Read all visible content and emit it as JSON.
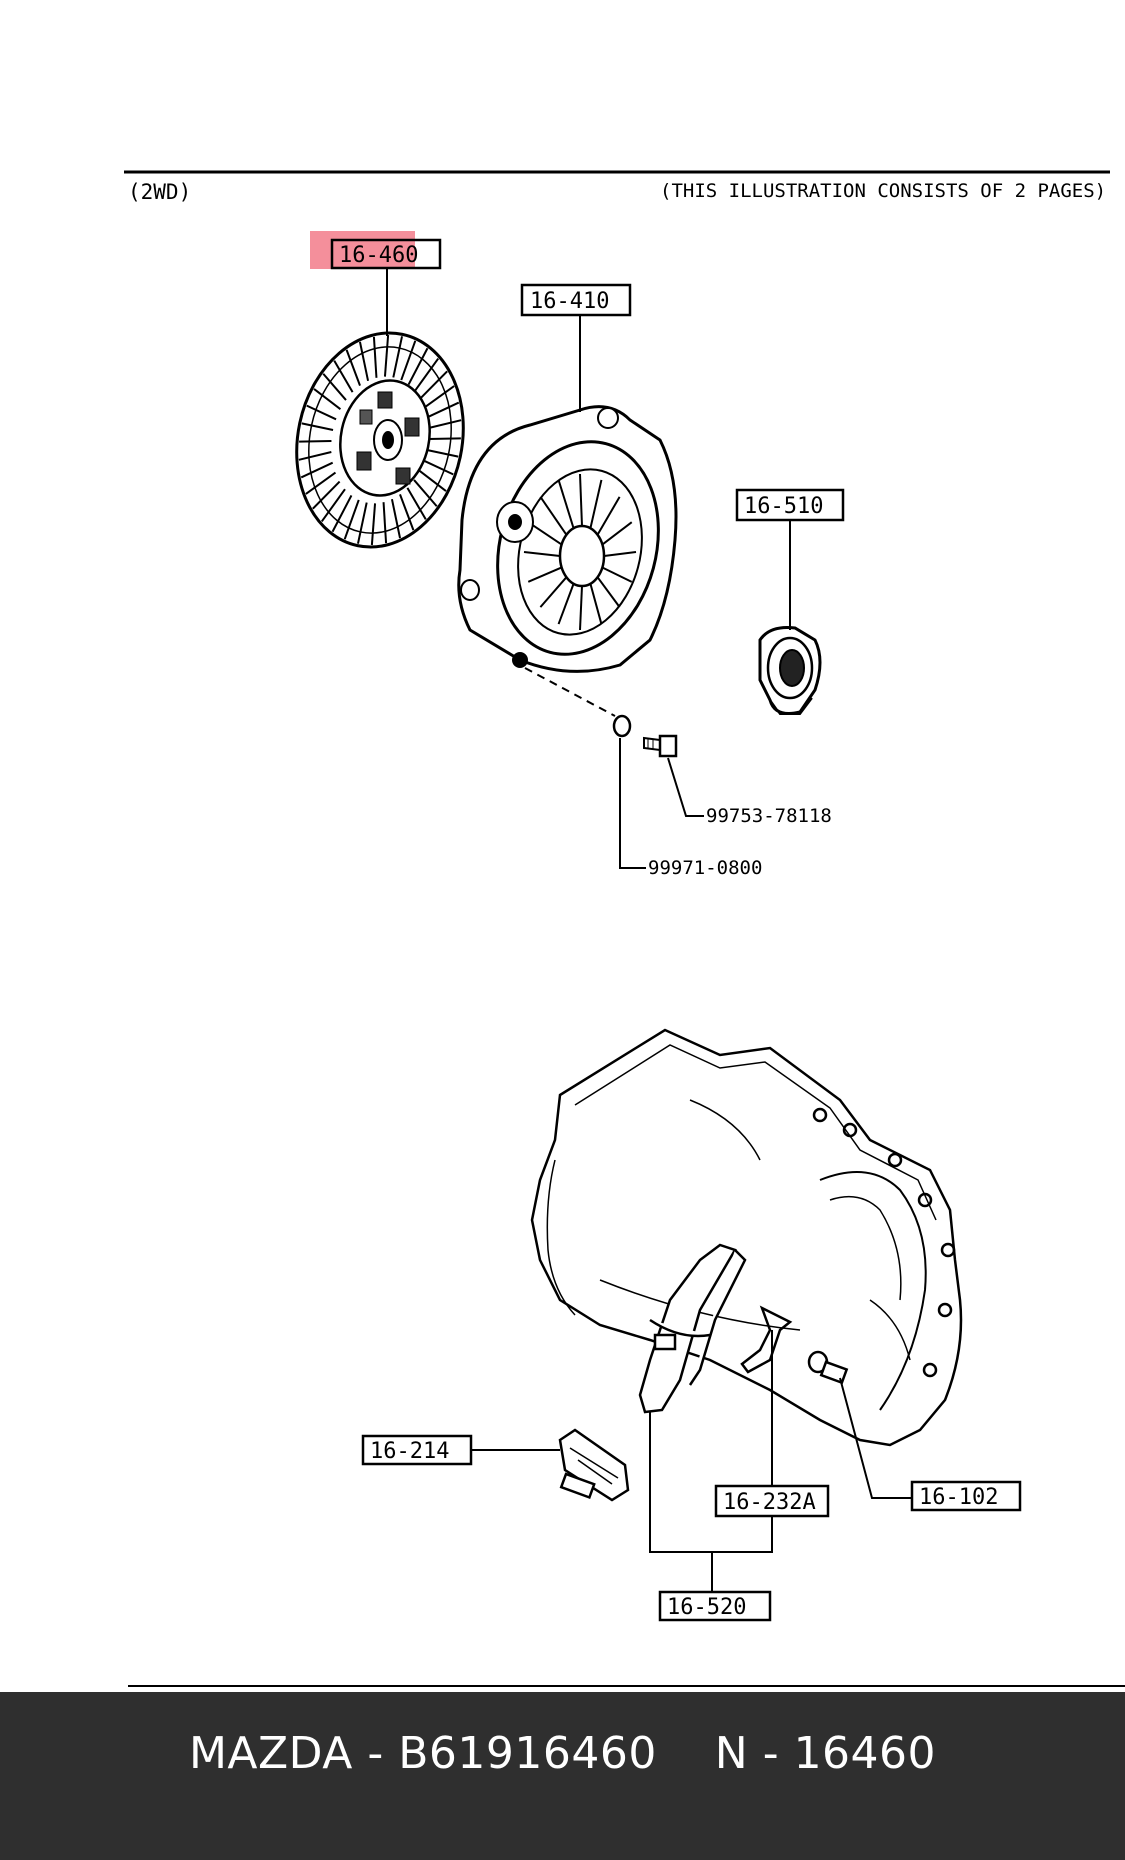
{
  "header": {
    "variant": "(2WD)",
    "note": "(THIS ILLUSTRATION CONSISTS OF  2 PAGES)"
  },
  "callouts": {
    "c16460": "16-460",
    "c16410": "16-410",
    "c16510": "16-510",
    "c16214": "16-214",
    "c16232A": "16-232A",
    "c16102": "16-102",
    "c16520": "16-520"
  },
  "part_numbers": {
    "bolt": "99753-78118",
    "washer": "99971-0800"
  },
  "highlight": {
    "target": "16-460",
    "color": "#f06070"
  },
  "footer": {
    "brand": "MAZDA",
    "part_number": "B61916460",
    "reference": "N - 16460",
    "text": "MAZDA - B61916460    N - 16460"
  }
}
